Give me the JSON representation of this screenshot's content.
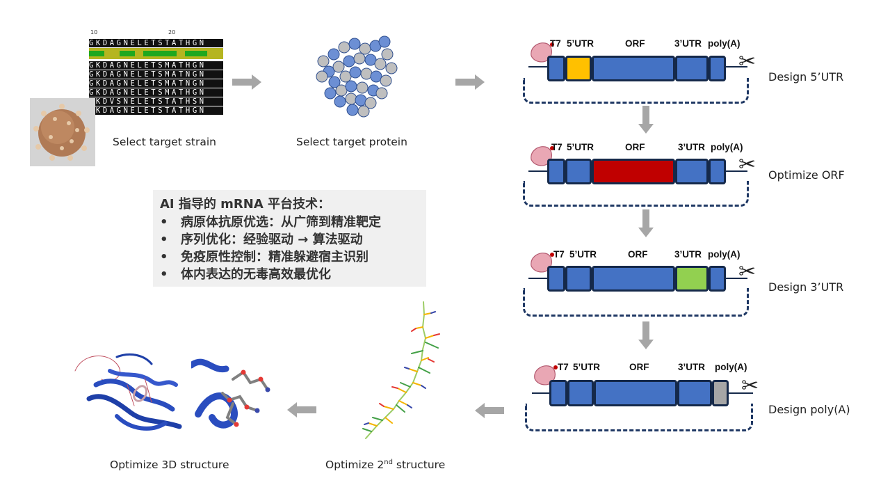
{
  "alignment": {
    "numbers": [
      "10",
      "20"
    ],
    "rows": [
      "GKDAGNELETSTATHGN",
      "GKDAGNELETSMATHGN",
      "GKDAGNELETSMATNGN",
      "GKDAGNELETSMATNGN",
      "GKDAGNELETSMATHGN",
      "GKDVSNELETSTATHSN",
      "GKDAGNELETSTATHGN"
    ]
  },
  "captions": {
    "strain": "Select target strain",
    "protein": "Select target protein",
    "structure3d": "Optimize 3D structure",
    "structure2nd_pre": "Optimize 2",
    "structure2nd_sup": "nd",
    "structure2nd_post": " structure"
  },
  "segment_labels": {
    "t7": "T7",
    "utr5": "5’UTR",
    "orf": "ORF",
    "utr3": "3’UTR",
    "polya": "poly(A)"
  },
  "design_steps": [
    {
      "label": "Design 5’UTR",
      "highlight": "utr5",
      "color": "#ffc000"
    },
    {
      "label": "Optimize ORF",
      "highlight": "orf",
      "color": "#c00000"
    },
    {
      "label": "Design 3’UTR",
      "highlight": "utr3",
      "color": "#92d050"
    },
    {
      "label": "Design poly(A)",
      "highlight": "polya",
      "color": "#a6a6a6"
    }
  ],
  "textbox": {
    "title": "AI 指导的 mRNA 平台技术：",
    "bullet": "•",
    "items": [
      "病原体抗原优选：从广筛到精准靶定",
      "序列优化：经验驱动 → 算法驱动",
      "免疫原性控制：精准躲避宿主识别",
      "体内表达的无毒高效最优化"
    ]
  },
  "colors": {
    "segment": "#4472c4",
    "outline": "#15294a",
    "arrow": "#a6a6a6"
  }
}
